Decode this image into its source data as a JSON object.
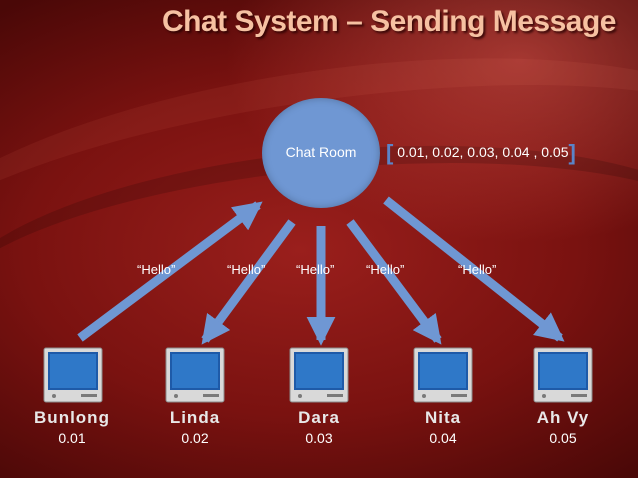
{
  "title": "Chat System – Sending Message",
  "chat_room": {
    "label": "Chat Room",
    "timestamps": [
      "0.01",
      "0.02",
      "0.03",
      "0.04",
      "0.05"
    ]
  },
  "messages": [
    "“Hello”",
    "“Hello”",
    "“Hello”",
    "“Hello”",
    "“Hello”"
  ],
  "users": [
    {
      "name": "Bunlong",
      "timestamp": "0.01"
    },
    {
      "name": "Linda",
      "timestamp": "0.02"
    },
    {
      "name": "Dara",
      "timestamp": "0.03"
    },
    {
      "name": "Nita",
      "timestamp": "0.04"
    },
    {
      "name": "Ah Vy",
      "timestamp": "0.05"
    }
  ],
  "colors": {
    "arrow": "#6f97d3",
    "chat_room": "#6f97d3",
    "title": "#f6c1a2",
    "background": "#7a1210"
  }
}
